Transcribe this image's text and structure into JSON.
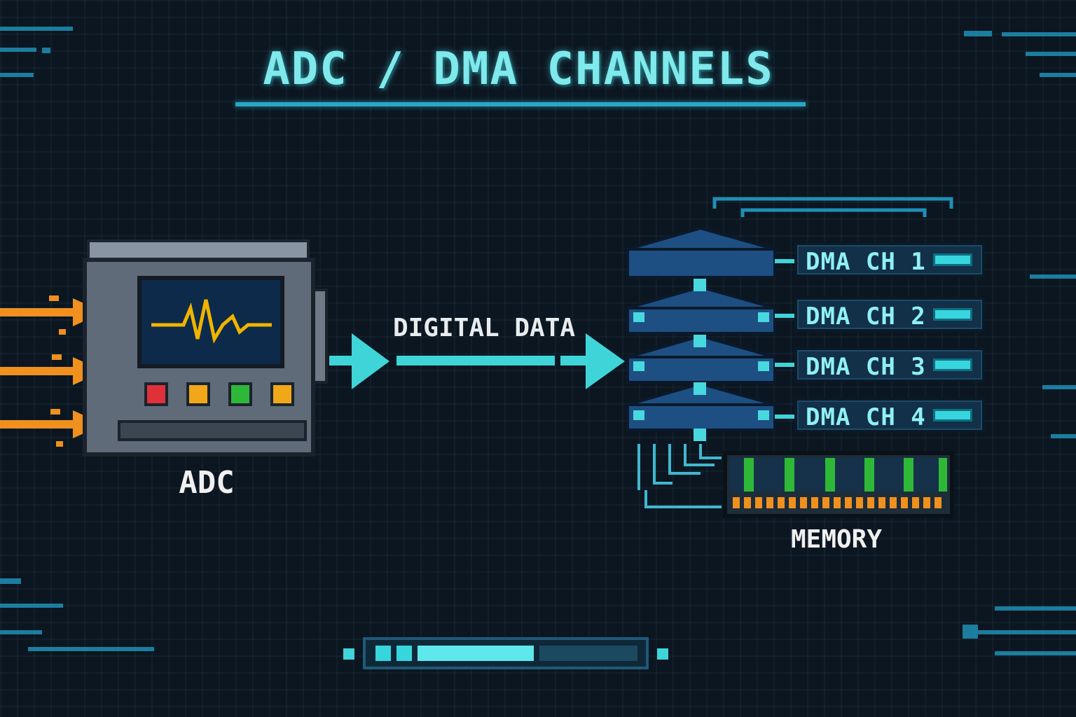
{
  "title": "ADC / DMA CHANNELS",
  "adc": {
    "label": "ADC"
  },
  "flow": {
    "label": "DIGITAL DATA"
  },
  "dma_channels": [
    {
      "label": "DMA CH 1"
    },
    {
      "label": "DMA CH 2"
    },
    {
      "label": "DMA CH 3"
    },
    {
      "label": "DMA CH 4"
    }
  ],
  "memory": {
    "label": "MEMORY"
  },
  "colors": {
    "background": "#0c1620",
    "title": "#7fe9ec",
    "accent_cyan": "#37d6df",
    "input_orange": "#f0901e",
    "led_red": "#e0303a",
    "led_yellow": "#f0a818",
    "led_green": "#2db83a",
    "memory_green": "#2fb838"
  },
  "icons": {
    "adc": "signal-monitor-icon",
    "dma": "stacked-chip-icon",
    "memory": "ram-module-icon"
  }
}
